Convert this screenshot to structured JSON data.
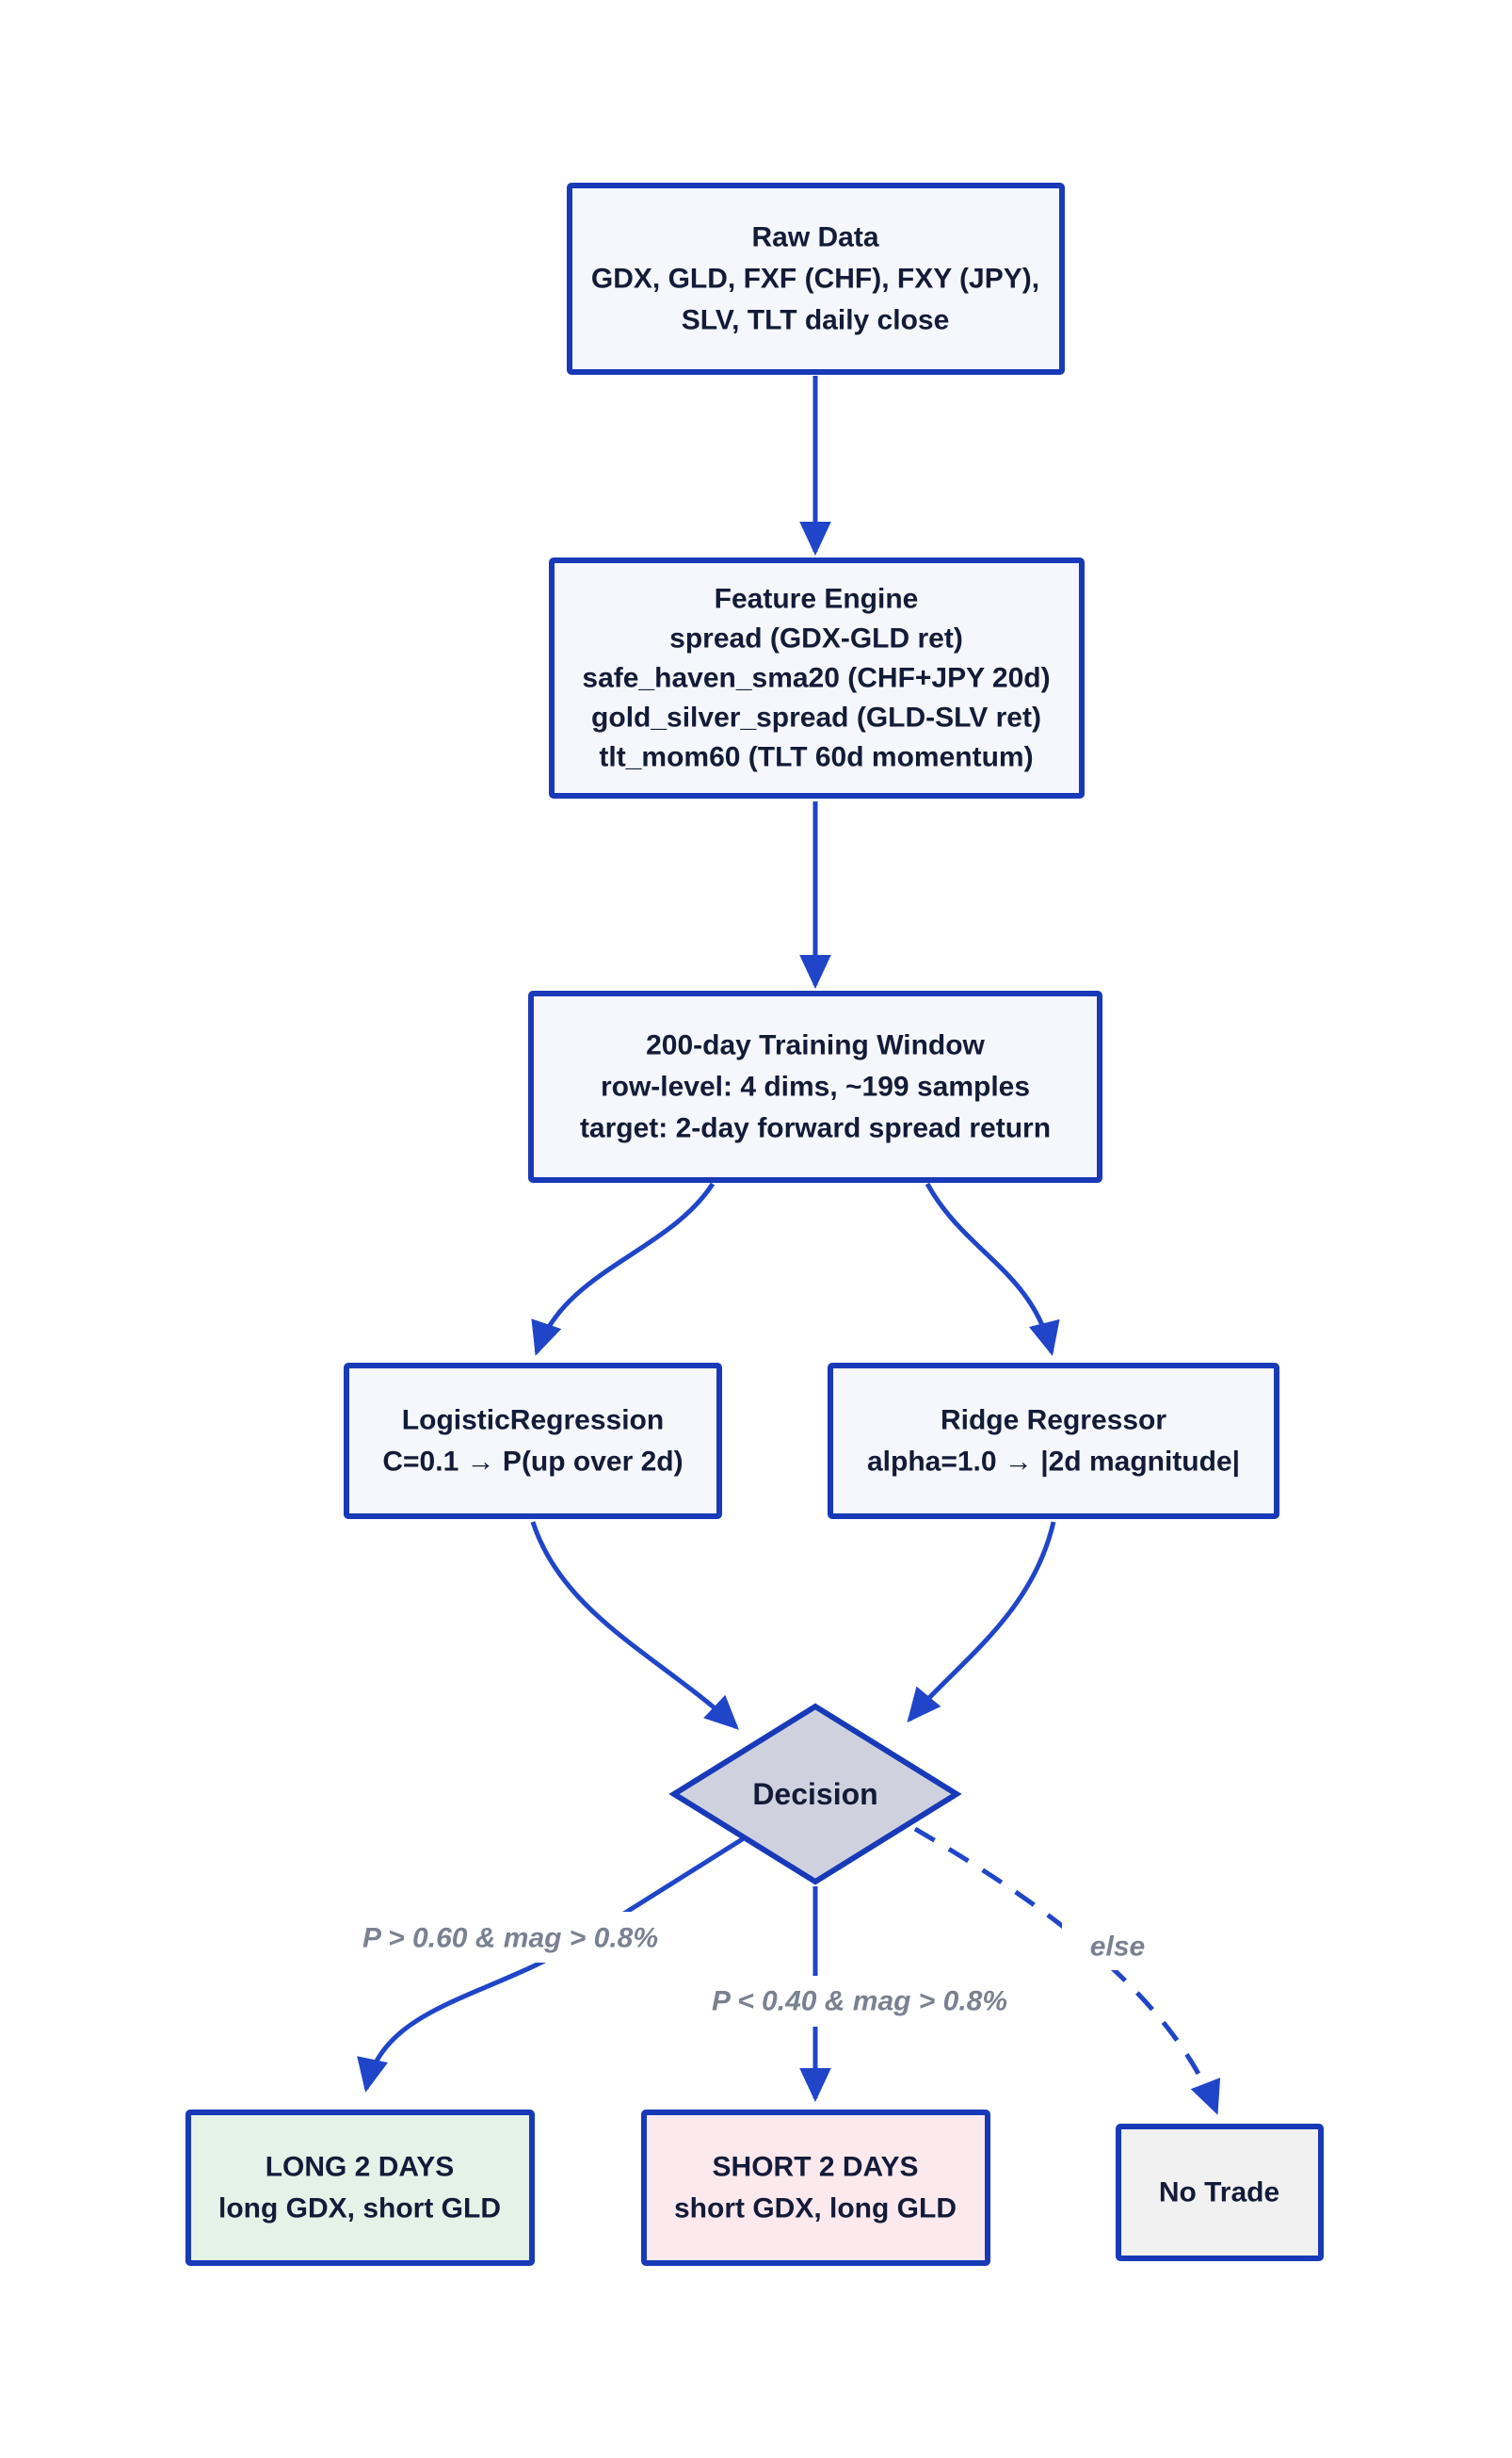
{
  "diagram": {
    "type": "flowchart",
    "background": "#ffffff",
    "colors": {
      "node_border": "#1839b8",
      "edge_stroke": "#2045c8",
      "process_fill": "#f5f7fc",
      "decision_fill": "#cfd2de",
      "long_fill": "#e5f2e8",
      "short_fill": "#fce9ed",
      "neutral_fill": "#f1f1f2",
      "node_text": "#131b38",
      "edge_label_text": "#7a8191"
    },
    "nodes": {
      "raw_data": {
        "lines": [
          "Raw Data",
          "GDX, GLD, FXF (CHF), FXY (JPY),",
          "SLV, TLT daily close"
        ]
      },
      "feature_engine": {
        "lines": [
          "Feature Engine",
          "spread (GDX-GLD ret)",
          "safe_haven_sma20 (CHF+JPY 20d)",
          "gold_silver_spread (GLD-SLV ret)",
          "tlt_mom60 (TLT 60d momentum)"
        ]
      },
      "training_window": {
        "lines": [
          "200-day Training Window",
          "row-level: 4 dims, ~199 samples",
          "target: 2-day forward spread return"
        ]
      },
      "logistic_regression": {
        "lines": [
          "LogisticRegression",
          "C=0.1 → P(up over 2d)"
        ]
      },
      "ridge_regressor": {
        "lines": [
          "Ridge Regressor",
          "alpha=1.0 → |2d magnitude|"
        ]
      },
      "decision": {
        "label": "Decision"
      },
      "long_trade": {
        "lines": [
          "LONG 2 DAYS",
          "long GDX, short GLD"
        ]
      },
      "short_trade": {
        "lines": [
          "SHORT 2 DAYS",
          "short GDX, long GLD"
        ]
      },
      "no_trade": {
        "label": "No Trade"
      }
    },
    "edge_labels": {
      "long_condition": "P > 0.60 & mag > 0.8%",
      "short_condition": "P < 0.40 & mag > 0.8%",
      "else_condition": "else"
    }
  }
}
